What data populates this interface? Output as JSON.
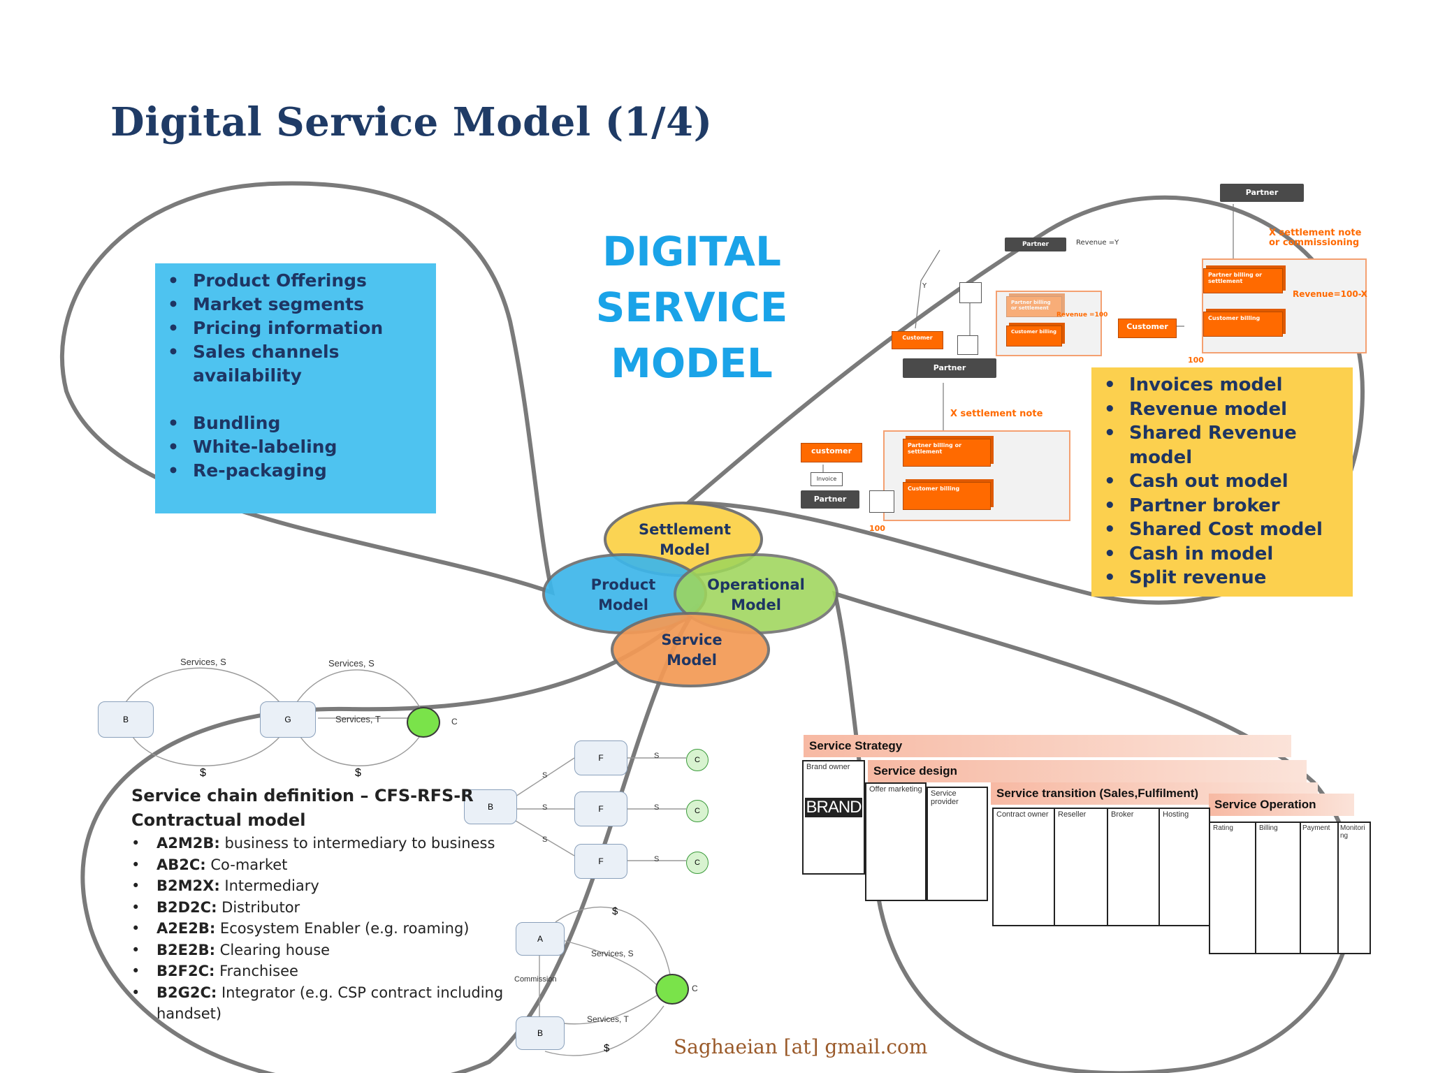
{
  "title": "Digital Service Model (1/4)",
  "center_title": [
    "DIGITAL",
    "SERVICE",
    "MODEL"
  ],
  "product_offerings": {
    "items_a": [
      "Product Offerings",
      "Market segments",
      "Pricing information",
      "Sales channels availability"
    ],
    "items_b": [
      "Bundling",
      "White-labeling",
      "Re-packaging"
    ]
  },
  "settlement_list": [
    "Invoices model",
    "Revenue model",
    "Shared Revenue model",
    "Cash out model",
    "Partner broker",
    "Shared Cost model",
    "Cash in model",
    "Split revenue"
  ],
  "venn": {
    "settlement": [
      "Settlement",
      "Model"
    ],
    "product": [
      "Product",
      "Model"
    ],
    "operational": [
      "Operational",
      "Model"
    ],
    "service": [
      "Service",
      "Model"
    ],
    "colors": {
      "settlement": "#fbd24a",
      "product": "#3db6ea",
      "operational": "#9fd65c",
      "service": "#f39a56"
    }
  },
  "settlement_diagram": {
    "partner_top": "Partner",
    "x_settlement_commissioning": "X settlement note or commissioning",
    "partner_small": "Partner",
    "revenue_y": "Revenue =Y",
    "y_label": "Y",
    "revenue_100": "Revenue =100",
    "revenue_100x": "Revenue=100-X",
    "partner_billing_settlement": "Partner billing or settlement",
    "customer_billing": "Customer billing",
    "customer": "Customer",
    "customer_lower": "customer",
    "invoice": "Invoice",
    "hundred": "100",
    "partner_mid": "Partner",
    "x_settlement_note": "X settlement note",
    "partner_bottom": "Partner"
  },
  "service_chain": {
    "services_s": "Services, S",
    "services_t": "Services, T",
    "dollar": "$",
    "s": "S",
    "nodes": {
      "b": "B",
      "g": "G",
      "c": "C",
      "f": "F",
      "a": "A"
    },
    "commission": "Commission",
    "heading1": "Service chain definition – CFS-RFS-R",
    "heading2": "Contractual model",
    "models": [
      {
        "code": "A2M2B:",
        "desc": "business to intermediary to business"
      },
      {
        "code": "AB2C:",
        "desc": "Co-market"
      },
      {
        "code": "B2M2X:",
        "desc": "Intermediary"
      },
      {
        "code": "B2D2C:",
        "desc": "Distributor"
      },
      {
        "code": "A2E2B:",
        "desc": "Ecosystem Enabler (e.g. roaming)"
      },
      {
        "code": "B2E2B:",
        "desc": "Clearing house"
      },
      {
        "code": "B2F2C:",
        "desc": "Franchisee"
      },
      {
        "code": "B2G2C:",
        "desc": "Integrator (e.g. CSP contract including handset)"
      }
    ]
  },
  "service_lifecycle": {
    "strategy": "Service Strategy",
    "design": "Service design",
    "transition": "Service transition (Sales,Fulfilment)",
    "operation": "Service Operation",
    "brand_owner": "Brand owner",
    "brand": "BRAND",
    "offer_marketing": "Offer marketing",
    "service_provider": "Service provider",
    "contract_owner": "Contract owner",
    "reseller": "Reseller",
    "broker": "Broker",
    "hosting": "Hosting",
    "rating": "Rating",
    "billing": "Billing",
    "payment": "Payment",
    "monitoring": "Monitoring"
  },
  "credit": "Saghaeian [at] gmail.com"
}
